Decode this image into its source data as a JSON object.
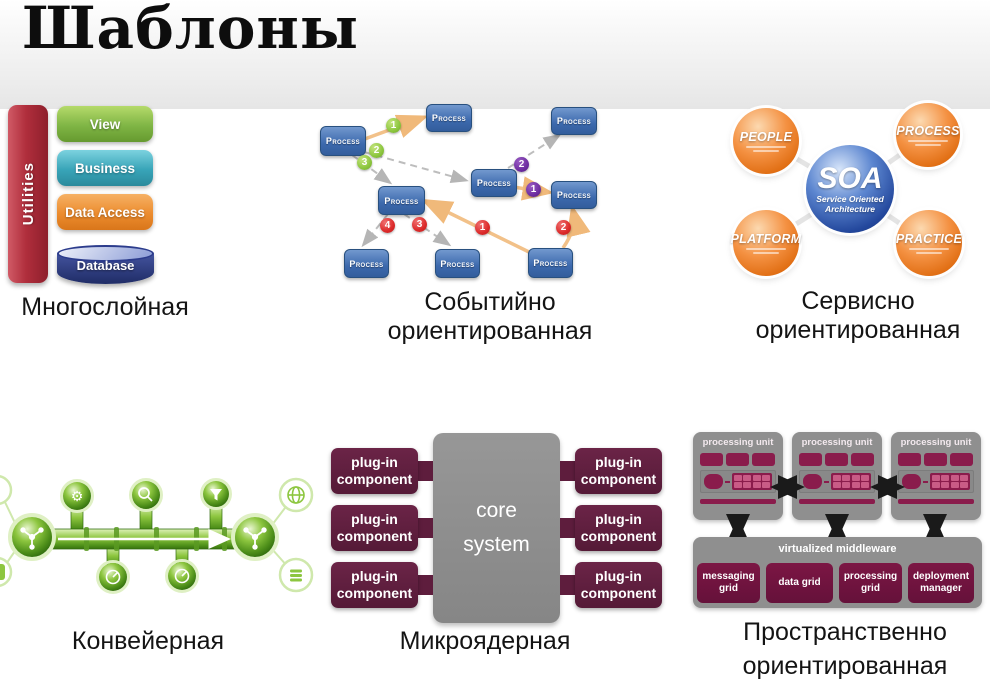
{
  "title": "Шаблоны",
  "colors": {
    "process_blue": "#3c69ad",
    "arrow_orange": "#f0b97a",
    "dashed_gray": "#b5b5b5",
    "badge_green": "#8CC63E",
    "badge_purple": "#6a2a9e",
    "badge_red": "#DC2A2A",
    "layer_green": "#7fb545",
    "layer_teal": "#38a4b8",
    "layer_orange": "#ec8c2e",
    "utilities_red": "#b02e3c",
    "database_blue": "#2e3f8f",
    "soa_orange": "#f49142",
    "soa_blue": "#23479c",
    "pipeline_green": "#8dc63f",
    "plugin_maroon": "#5e1d3d",
    "space_maroon": "#7c1644",
    "gray_box": "#8f8f8f"
  },
  "layered": {
    "caption": "Многослойная",
    "utilities": "Utilities",
    "layers": [
      "View",
      "Business",
      "Data Access"
    ],
    "database": "Database"
  },
  "event": {
    "caption_line1": "Событийно",
    "caption_line2": "ориентированная",
    "box_label": "Process",
    "badges": {
      "green": [
        "1",
        "2",
        "3"
      ],
      "purple": [
        "2",
        "1"
      ],
      "red": [
        "4",
        "3",
        "1",
        "2"
      ]
    }
  },
  "soa": {
    "caption_line1": "Сервисно",
    "caption_line2": "ориентированная",
    "center_title": "SOA",
    "center_sub1": "Service Oriented",
    "center_sub2": "Architecture",
    "nodes": [
      "PEOPLE",
      "PROCESS",
      "PLATFORM",
      "PRACTICE"
    ]
  },
  "pipeline": {
    "caption": "Конвейерная"
  },
  "micro": {
    "caption": "Микроядерная",
    "core_line1": "core",
    "core_line2": "system",
    "plugin_line1": "plug-in",
    "plugin_line2": "component"
  },
  "space": {
    "caption_line1": "Пространственно",
    "caption_line2": "ориентированная",
    "pu_label": "processing unit",
    "mw_title": "virtualized middleware",
    "mw_boxes": [
      "messaging grid",
      "data grid",
      "processing grid",
      "deployment manager"
    ]
  }
}
